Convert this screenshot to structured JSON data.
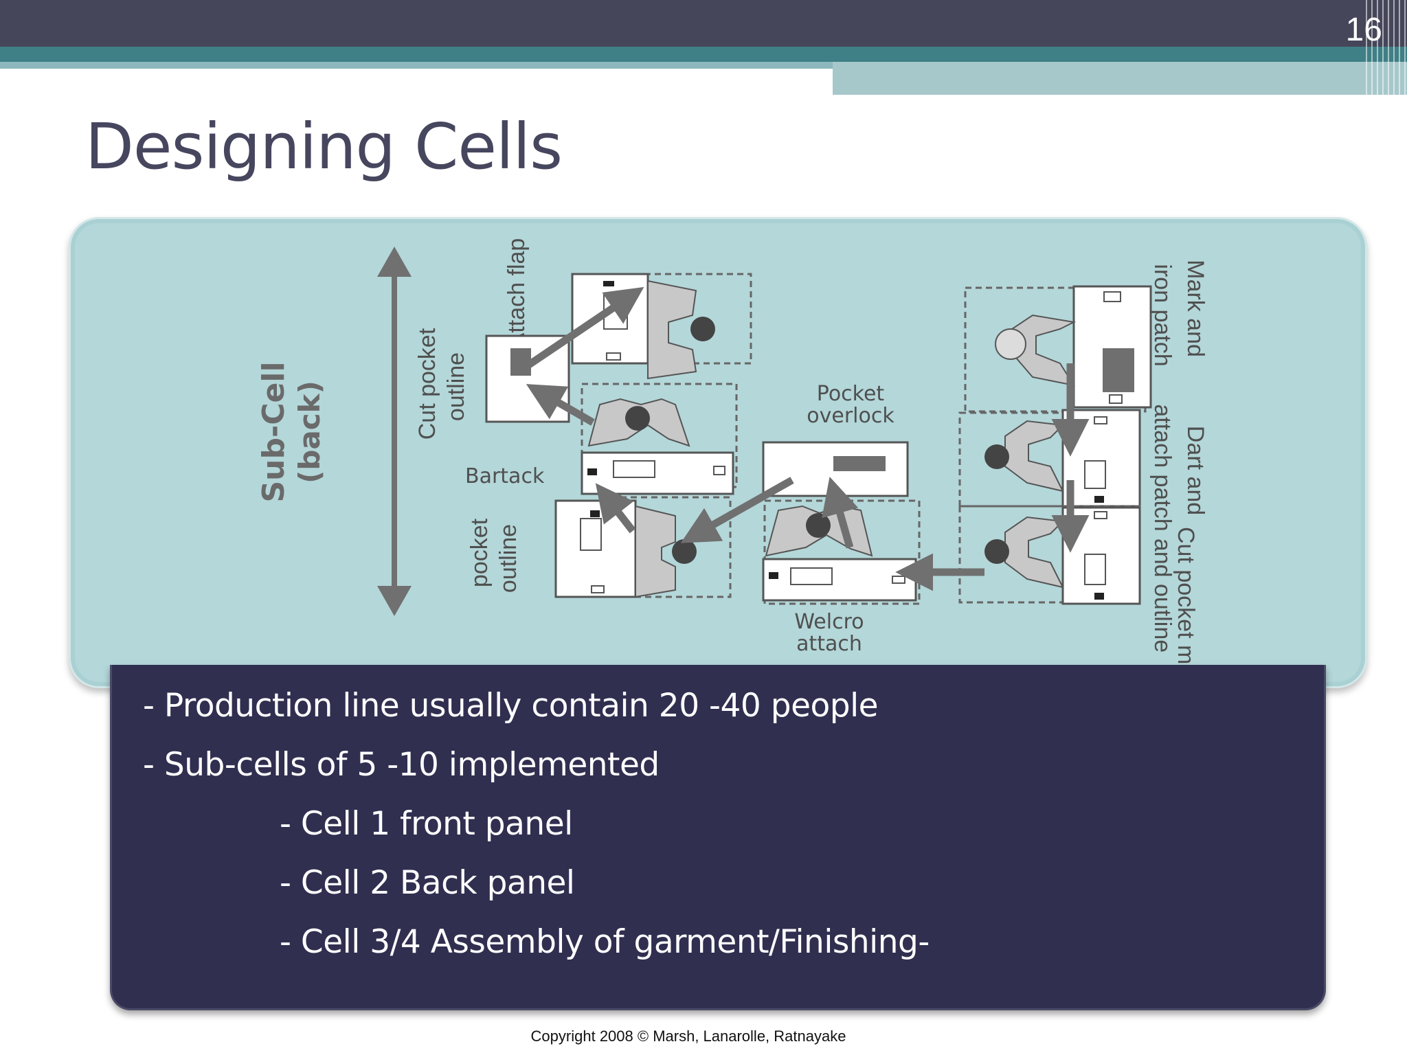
{
  "slide": {
    "number": "16",
    "title": "Designing Cells"
  },
  "diagram": {
    "sub_cell_label": "Sub-Cell",
    "sub_cell_sub": "(back)",
    "labels": {
      "attach_flap": "Attach flap",
      "cut_pocket_outline_1": "Cut pocket",
      "cut_pocket_outline_2": "outline",
      "bartack": "Bartack",
      "pocket_outline_1": "pocket",
      "pocket_outline_2": "outline",
      "pocket_overlock_1": "Pocket",
      "pocket_overlock_2": "overlock",
      "welcro_1": "Welcro",
      "welcro_2": "attach",
      "mark_iron_1": "Mark and",
      "mark_iron_2": "iron patch",
      "dart_attach_1": "Dart and",
      "dart_attach_2": "attach patch",
      "cut_pocket_making_1": "Cut pocket making",
      "cut_pocket_making_2": "and outline"
    }
  },
  "bullets": [
    "- Production line usually contain 20 -40 people",
    "- Sub-cells of 5 -10 implemented",
    "- Cell 1 front panel",
    "- Cell 2 Back panel",
    "- Cell 3/4 Assembly of garment/Finishing-"
  ],
  "footer": "Copyright 2008 © Marsh, Lanarolle, Ratnayake"
}
